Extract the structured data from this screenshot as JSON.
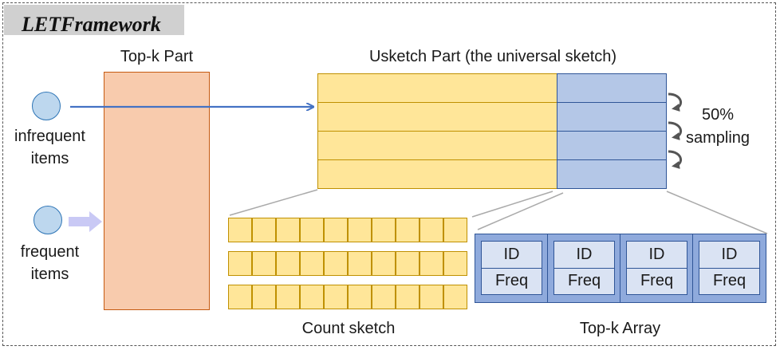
{
  "title": "LETFramework",
  "labels": {
    "topk_part": "Top-k Part",
    "usketch_part": "Usketch Part (the universal sketch)",
    "sampling_line1": "50%",
    "sampling_line2": "sampling",
    "infrequent_line1": "infrequent",
    "infrequent_line2": "items",
    "frequent_line1": "frequent",
    "frequent_line2": "items",
    "count_sketch": "Count sketch",
    "topk_array": "Top-k Array"
  },
  "topk_array_cells": [
    {
      "id": "ID",
      "freq": "Freq"
    },
    {
      "id": "ID",
      "freq": "Freq"
    },
    {
      "id": "ID",
      "freq": "Freq"
    },
    {
      "id": "ID",
      "freq": "Freq"
    }
  ],
  "colors": {
    "topk_fill": "#f8cbad",
    "topk_border": "#c55a11",
    "sketch_yellow": "#ffe699",
    "sketch_blue": "#b4c7e7",
    "arrow_blue": "#4472c4",
    "frequent_arrow": "#c9c9f5"
  }
}
